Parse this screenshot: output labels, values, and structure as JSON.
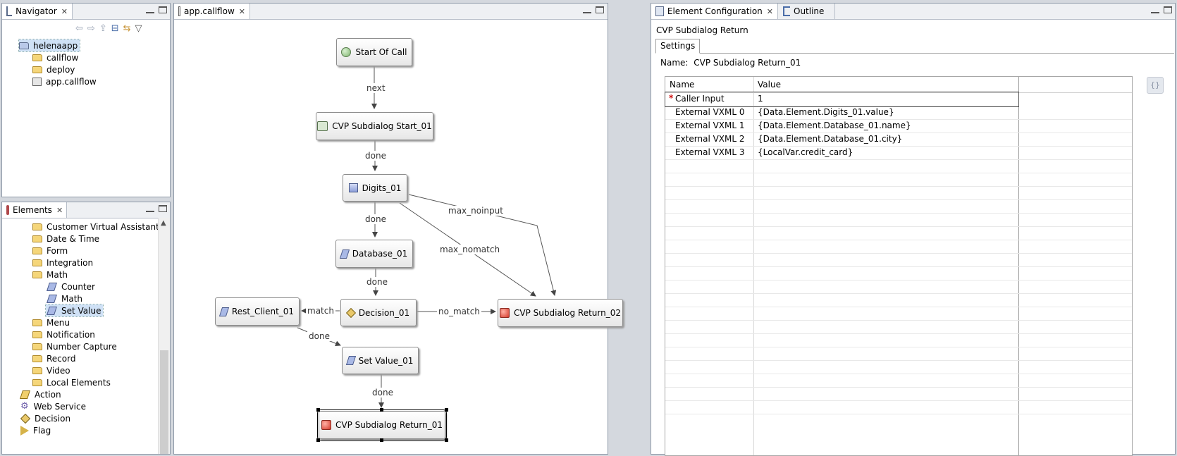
{
  "navigator": {
    "tab": "Navigator",
    "tree": [
      {
        "label": "helenaapp",
        "level": 0
      },
      {
        "label": "callflow",
        "level": 1
      },
      {
        "label": "deploy",
        "level": 1
      },
      {
        "label": "app.callflow",
        "level": 1
      }
    ]
  },
  "elements": {
    "tab": "Elements",
    "items": [
      {
        "label": "Customer Virtual Assistant",
        "kind": "folder"
      },
      {
        "label": "Date & Time",
        "kind": "folder"
      },
      {
        "label": "Form",
        "kind": "folder"
      },
      {
        "label": "Integration",
        "kind": "folder"
      },
      {
        "label": "Math",
        "kind": "folder-open"
      },
      {
        "label": "Counter",
        "kind": "para"
      },
      {
        "label": "Math",
        "kind": "para"
      },
      {
        "label": "Set Value",
        "kind": "para"
      },
      {
        "label": "Menu",
        "kind": "folder"
      },
      {
        "label": "Notification",
        "kind": "folder"
      },
      {
        "label": "Number Capture",
        "kind": "folder"
      },
      {
        "label": "Record",
        "kind": "folder"
      },
      {
        "label": "Video",
        "kind": "folder"
      },
      {
        "label": "Local Elements",
        "kind": "folder"
      },
      {
        "label": "Action",
        "kind": "para-gold"
      },
      {
        "label": "Web Service",
        "kind": "gear"
      },
      {
        "label": "Decision",
        "kind": "diamond"
      },
      {
        "label": "Flag",
        "kind": "flag"
      }
    ]
  },
  "editor": {
    "tab": "app.callflow",
    "nodes": {
      "start": "Start Of Call",
      "sub_start": "CVP Subdialog Start_01",
      "digits": "Digits_01",
      "database": "Database_01",
      "decision": "Decision_01",
      "rest": "Rest_Client_01",
      "return02": "CVP Subdialog Return_02",
      "setvalue": "Set Value_01",
      "return01": "CVP Subdialog Return_01"
    },
    "edges": {
      "next": "next",
      "done1": "done",
      "done2": "done",
      "done3": "done",
      "done4": "done",
      "done5": "done",
      "max_noinput": "max_noinput",
      "max_nomatch": "max_nomatch",
      "match": "match",
      "no_match": "no_match"
    }
  },
  "config": {
    "tab1": "Element Configuration",
    "tab2": "Outline",
    "title": "CVP Subdialog Return",
    "settings_tab": "Settings",
    "name_label": "Name:",
    "name_value": "CVP Subdialog Return_01",
    "col_name": "Name",
    "col_value": "Value",
    "rows": [
      {
        "name": "Caller Input",
        "value": "1",
        "required": true
      },
      {
        "name": "External VXML 0",
        "value": "{Data.Element.Digits_01.value}"
      },
      {
        "name": "External VXML 1",
        "value": "{Data.Element.Database_01.name}"
      },
      {
        "name": "External VXML 2",
        "value": "{Data.Element.Database_01.city}"
      },
      {
        "name": "External VXML 3",
        "value": "{LocalVar.credit_card}"
      }
    ]
  }
}
